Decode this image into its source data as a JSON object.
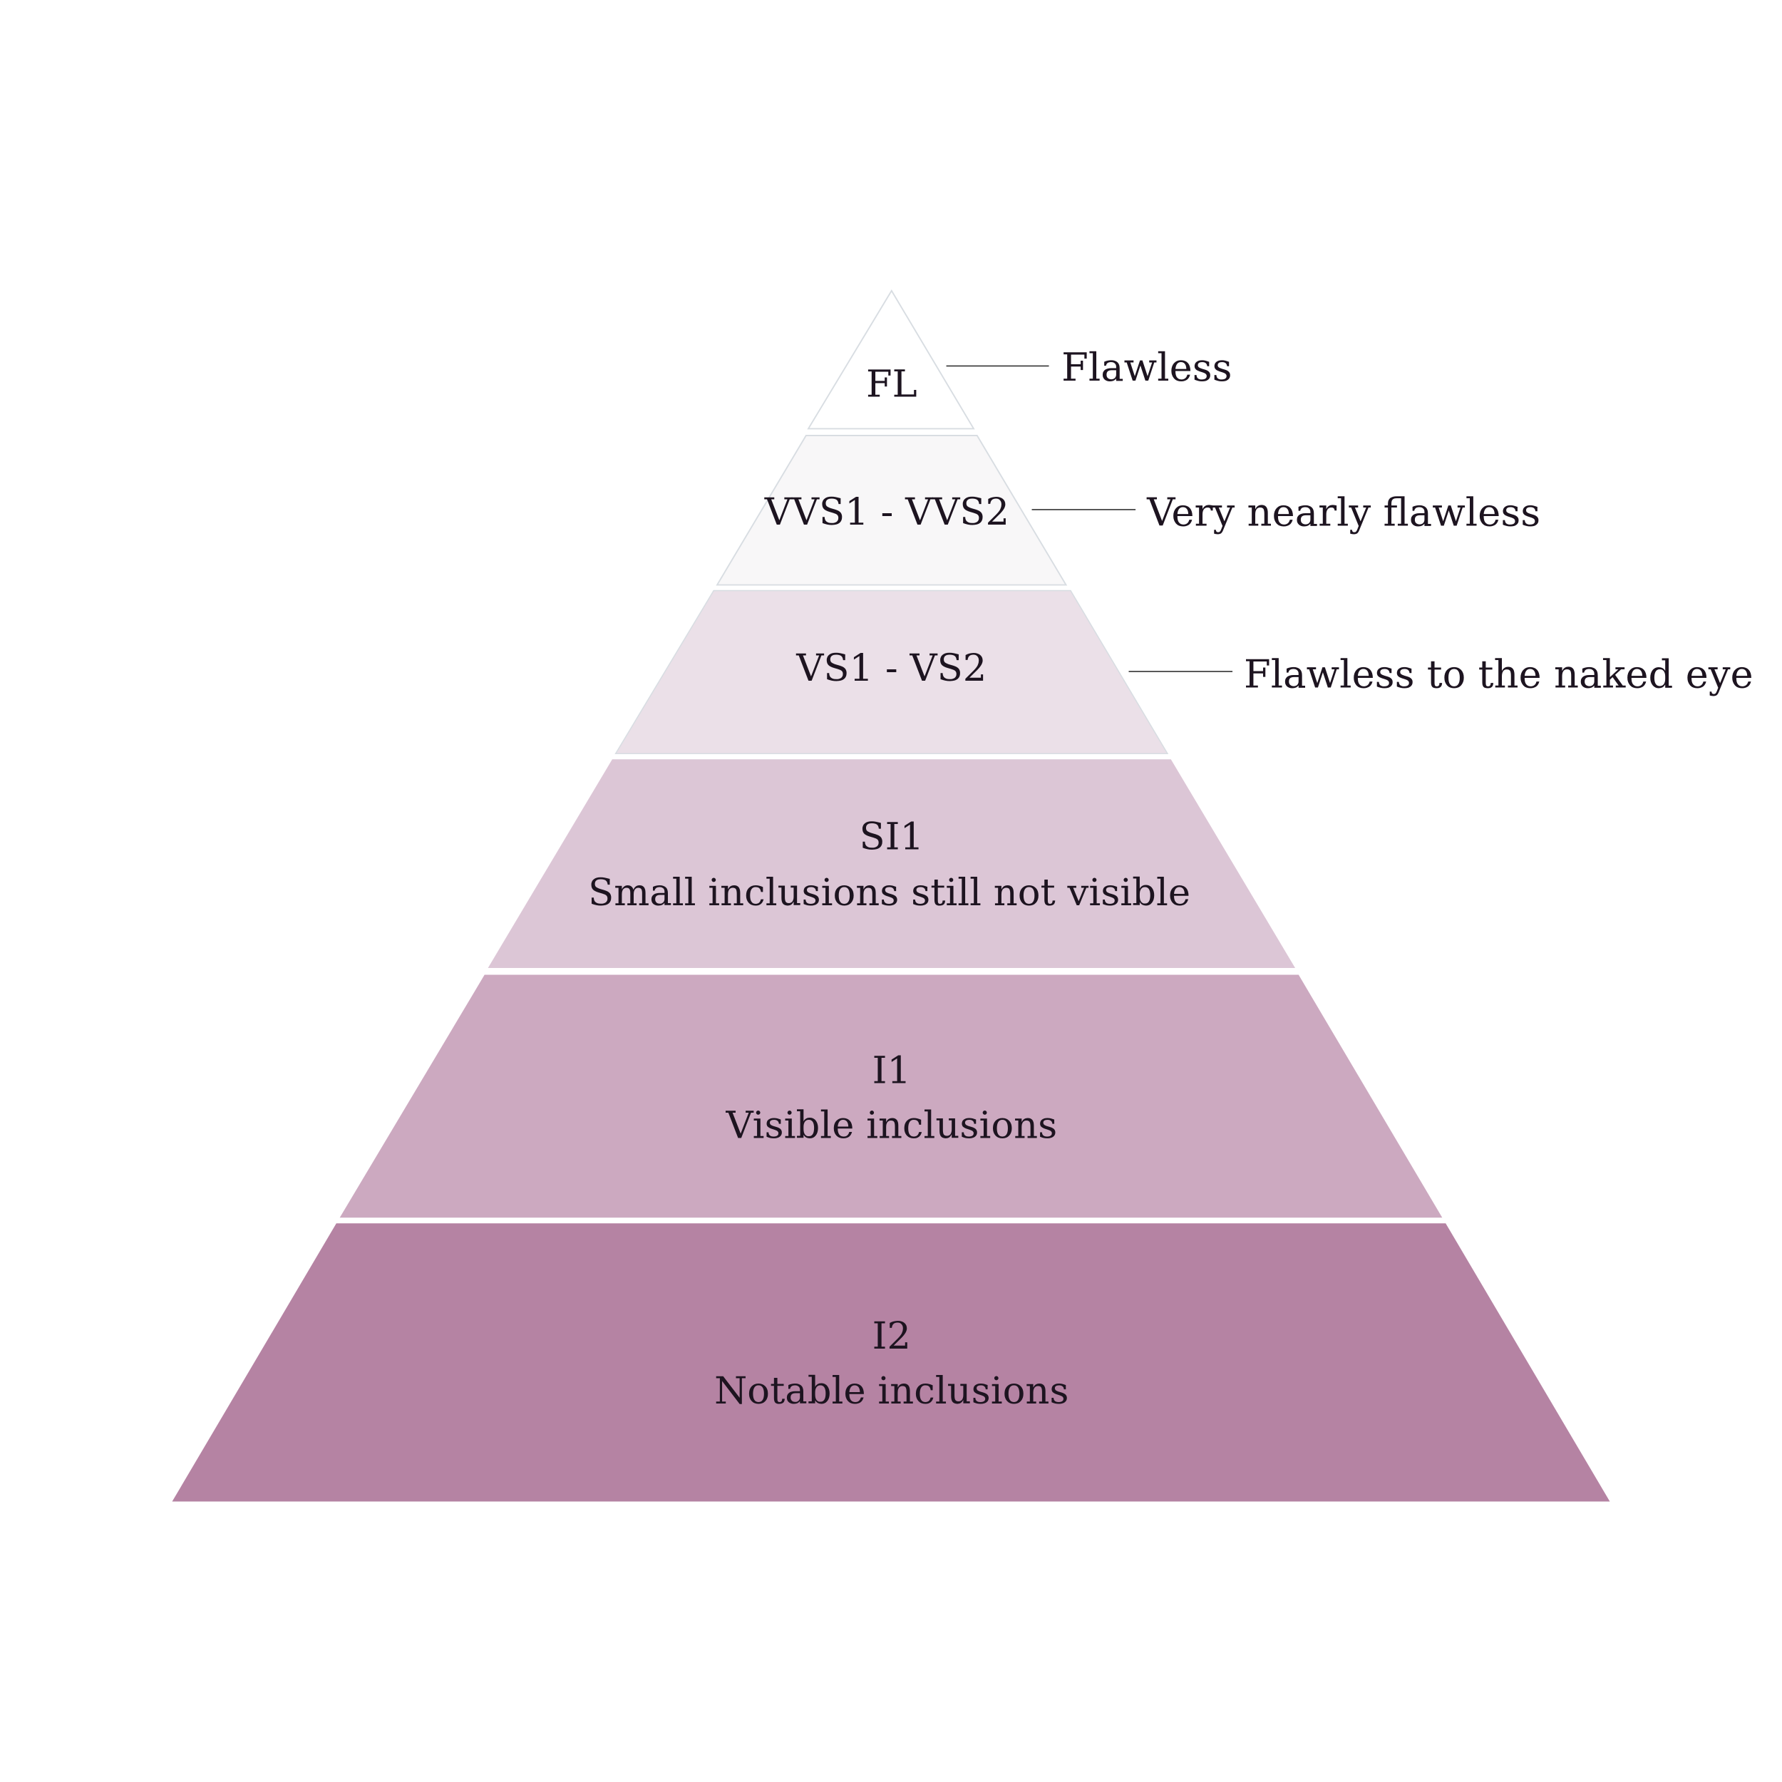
{
  "title": "Diamond clarity pyramid",
  "colors": {
    "fl": "#ffffff",
    "vvs": "#f8f7f8",
    "vs": "#ebe0e8",
    "si": "#dcc6d6",
    "i1": "#cca9c0",
    "i2": "#b583a3",
    "outline": "#d8dde2",
    "text": "#1d1420"
  },
  "tiers": [
    {
      "grade": "FL",
      "description": "Flawless"
    },
    {
      "grade": "VVS1 - VVS2",
      "description": "Very nearly flawless"
    },
    {
      "grade": "VS1 - VS2",
      "description": "Flawless to the naked eye"
    },
    {
      "grade": "SI1",
      "description": "Small inclusions still not visible"
    },
    {
      "grade": "I1",
      "description": "Visible inclusions"
    },
    {
      "grade": "I2",
      "description": "Notable inclusions"
    }
  ]
}
